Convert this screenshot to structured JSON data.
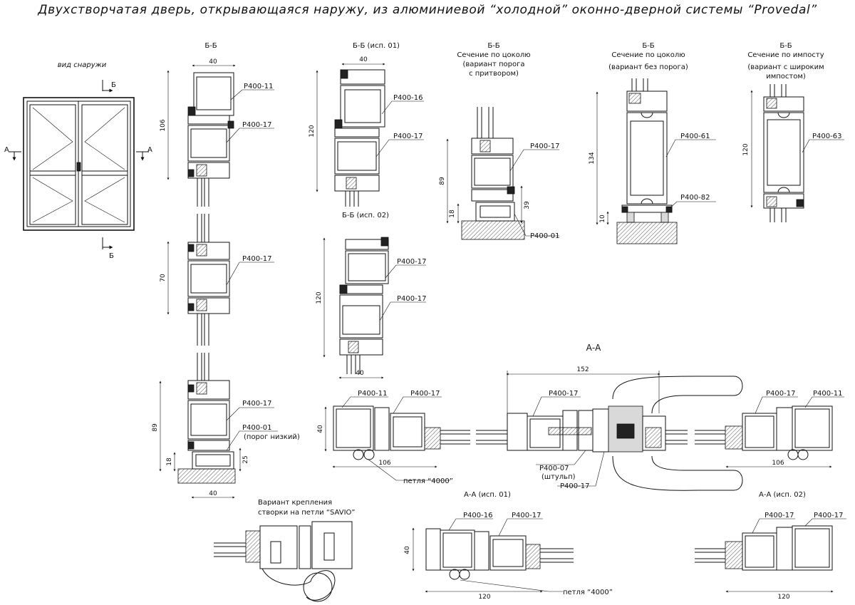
{
  "title": "Двухстворчатая дверь, открывающаяся наружу, из алюминиевой “холодной” оконно-дверной системы “Provedal”",
  "elevation": {
    "caption": "вид снаружи",
    "cut_b": "Б",
    "cut_a": "А"
  },
  "sec_bb": {
    "caption": "Б-Б",
    "dim_40": "40",
    "dim_106": "106",
    "dim_70": "70",
    "dim_89": "89",
    "dim_18": "18",
    "dim_25": "25",
    "dim_40b": "40",
    "p1": "P400-11",
    "p2": "P400-17",
    "p3": "P400-17",
    "p4": "P400-17",
    "p5": "P400-01",
    "p5_note": "(порог низкий)"
  },
  "sec_bb01": {
    "caption": "Б-Б (исп. 01)",
    "dim_40": "40",
    "dim_120": "120",
    "p1": "P400-16",
    "p2": "P400-17"
  },
  "sec_bb02": {
    "caption": "Б-Б (исп. 02)",
    "dim_120": "120",
    "dim_40": "40",
    "p1": "P400-17",
    "p2": "P400-17"
  },
  "sec_plinth1": {
    "caption": "Б-Б",
    "sub1": "Сечение по цоколю",
    "sub2": "(вариант порога",
    "sub3": "с притвором)",
    "p1": "P400-17",
    "p2": "P400-01",
    "dim_89": "89",
    "dim_18": "18",
    "dim_39": "39"
  },
  "sec_plinth2": {
    "caption": "Б-Б",
    "sub1": "Сечение по цоколю",
    "sub2": "(вариант без порога)",
    "p1": "P400-61",
    "p2": "P400-82",
    "dim_134": "134",
    "dim_10": "10"
  },
  "sec_mullion": {
    "caption": "Б-Б",
    "sub1": "Сечение по импосту",
    "sub2": "(вариант с широким",
    "sub3": "импостом)",
    "p1": "P400-63",
    "dim_120": "120"
  },
  "sec_aa": {
    "caption": "А-А",
    "dim_152": "152",
    "dim_40": "40",
    "dim_106a": "106",
    "dim_106b": "106",
    "p_left1": "P400-11",
    "p_left2": "P400-17",
    "p_mid1": "P400-17",
    "p_mid2": "P400-07",
    "p_mid2_note": "(штульп)",
    "p_mid3": "P400-17",
    "p_right1": "P400-17",
    "p_right2": "P400-11",
    "hinge": "петля “4000”"
  },
  "sec_savio": {
    "line1": "Вариант крепления",
    "line2": "створки на петли “SAVIO”"
  },
  "sec_aa01": {
    "caption": "А-А (исп. 01)",
    "dim_40": "40",
    "dim_120": "120",
    "p1": "P400-16",
    "p2": "P400-17",
    "hinge": "петля “4000”"
  },
  "sec_aa02": {
    "caption": "А-А (исп. 02)",
    "dim_120": "120",
    "p1": "P400-17",
    "p2": "P400-17"
  }
}
